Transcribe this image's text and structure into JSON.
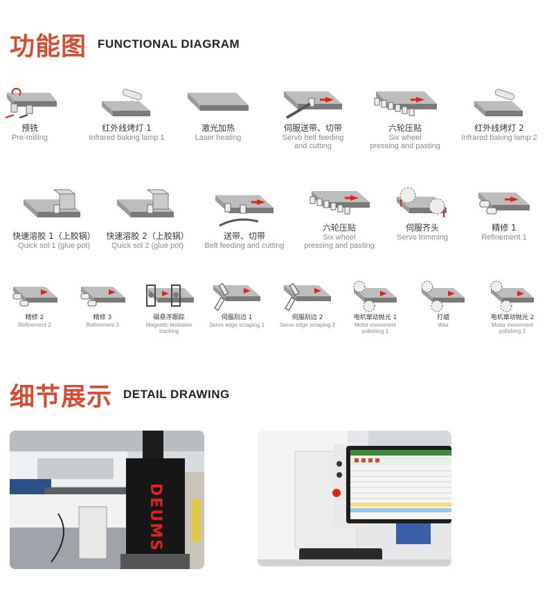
{
  "functional": {
    "title_cn": "功能图",
    "title_en": "FUNCTIONAL DIAGRAM",
    "row1": [
      {
        "cn": "预铣",
        "en": "Pre-milling",
        "icon": "pre-milling-icon"
      },
      {
        "cn": "红外线烤灯 1",
        "en": "Infrared baking lamp 1",
        "icon": "infrared-lamp-icon"
      },
      {
        "cn": "激光加热",
        "en": "Laser heating",
        "icon": "laser-heating-icon"
      },
      {
        "cn": "伺服送带、切带",
        "en": "Servo belt feeding",
        "en2": "and cutting",
        "icon": "belt-feeding-icon"
      },
      {
        "cn": "六轮压贴",
        "en": "Six wheel",
        "en2": "pressing and pasting",
        "icon": "six-wheel-icon"
      },
      {
        "cn": "红外线烤灯 2",
        "en": "Infrared baking lamp 2",
        "icon": "infrared-lamp-icon"
      }
    ],
    "row2": [
      {
        "cn": "快速溶胶 1（上胶锅）",
        "en": "Quick sol 1 (glue pot)",
        "icon": "glue-pot-icon"
      },
      {
        "cn": "快速溶胶 2（上胶锅）",
        "en": "Quick sol 2 (glue pot)",
        "icon": "glue-pot-icon"
      },
      {
        "cn": "送带、切带",
        "en": "Belt feeding and cutting",
        "icon": "belt-feeding-icon"
      },
      {
        "cn": "六轮压贴",
        "en": "Six wheel",
        "en2": "pressing and pasting",
        "icon": "six-wheel-icon"
      },
      {
        "cn": "伺服齐头",
        "en": "Servo trimming",
        "icon": "saw-trimming-icon"
      },
      {
        "cn": "精修 1",
        "en": "Refinement 1",
        "icon": "refinement-icon"
      }
    ],
    "row3": [
      {
        "cn": "精修 2",
        "en": "Refinement 2",
        "icon": "refinement-icon"
      },
      {
        "cn": "精修 3",
        "en": "Refinement 3",
        "icon": "refinement-icon"
      },
      {
        "cn": "磁悬浮跟踪",
        "en": "Magnetic levitation",
        "en2": "tracking",
        "icon": "magnetic-tracking-icon"
      },
      {
        "cn": "伺服刮边 1",
        "en": "Servo edge scraping 1",
        "icon": "scraper-icon"
      },
      {
        "cn": "伺服刮边 2",
        "en": "Servo edge scraping 2",
        "icon": "scraper-icon"
      },
      {
        "cn": "电机窜动抛光 1",
        "en": "Motor movement",
        "en2": "polishing 1",
        "icon": "polishing-wheel-icon"
      },
      {
        "cn": "打蜡",
        "en": "Wax",
        "icon": "wax-wheel-icon"
      },
      {
        "cn": "电机窜动抛光 2",
        "en": "Motor movement",
        "en2": "polishing 2",
        "icon": "polishing-wheel-icon"
      }
    ]
  },
  "detail": {
    "title_cn": "细节展示",
    "title_en": "DETAIL DRAWING",
    "photo1": {
      "logo": "DEUMS"
    },
    "photo2": {}
  },
  "colors": {
    "accent": "#d94a31",
    "arrow": "#e0231a",
    "board": "#8a8a8a"
  }
}
